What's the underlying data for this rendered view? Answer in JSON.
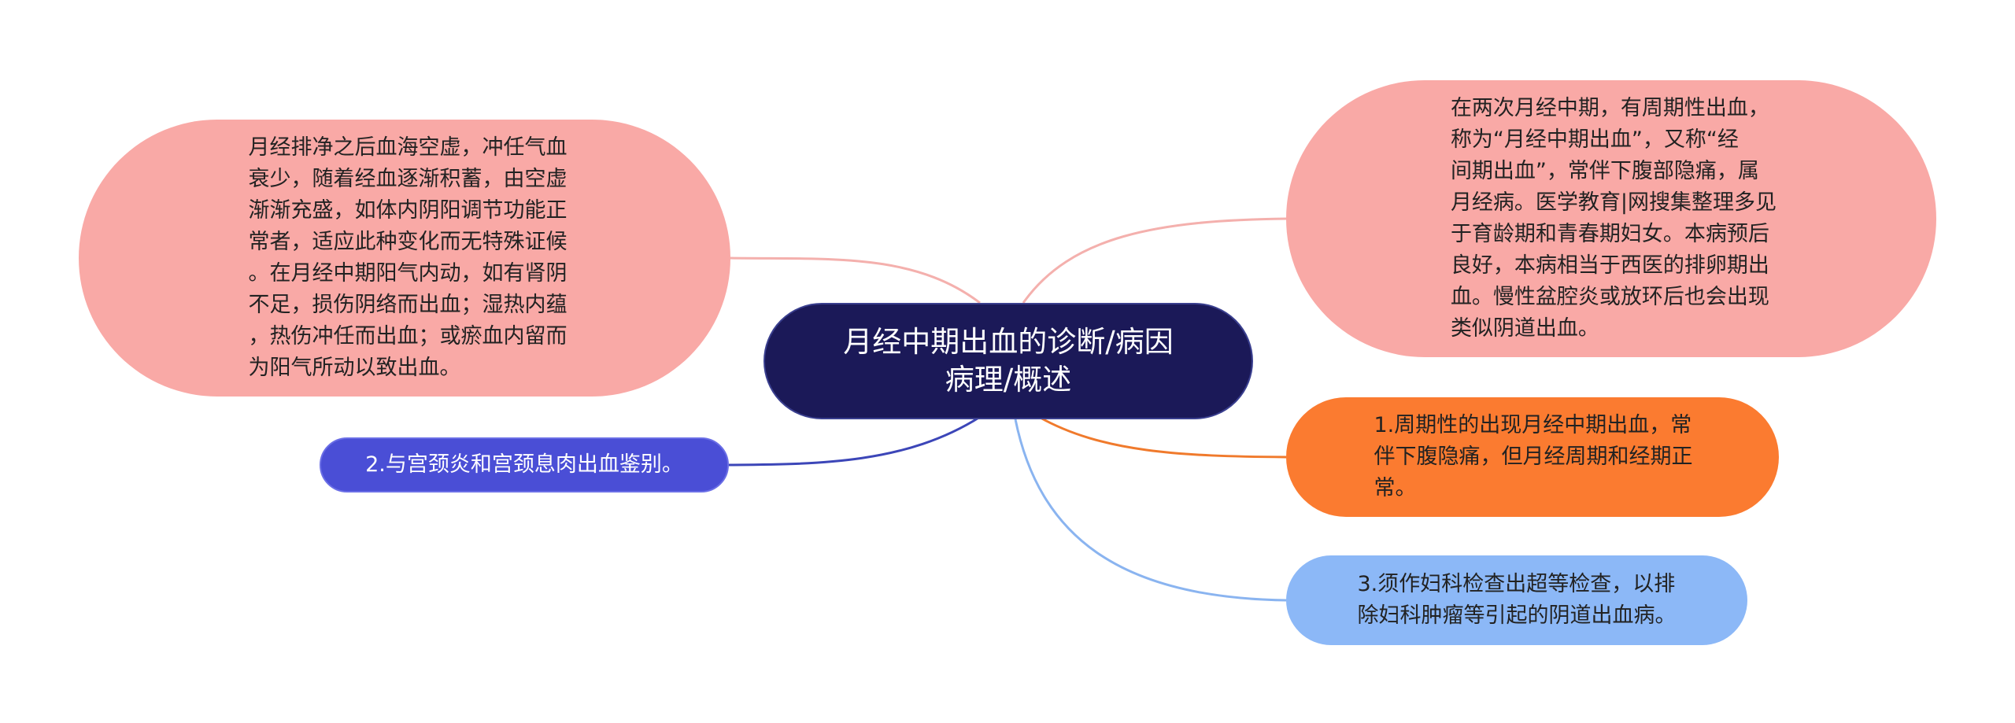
{
  "center": {
    "label": "月经中期出血的诊断/病因\n病理/概述"
  },
  "branches": {
    "left_top": {
      "label": "月经排净之后血海空虚，冲任气血\n衰少，随着经血逐渐积蓄，由空虚\n渐渐充盛，如体内阴阳调节功能正\n常者，适应此种变化而无特殊证候\n。在月经中期阳气内动，如有肾阴\n不足，损伤阴络而出血；湿热内蕴\n，热伤冲任而出血；或瘀血内留而\n为阳气所动以致出血。",
      "fill": "#f9a9a6",
      "link_color": "#f4b0ad"
    },
    "left_bottom": {
      "label": "2.与宫颈炎和宫颈息肉出血鉴别。",
      "fill": "#4a4ed6",
      "link_color": "#3c46b8"
    },
    "right_top": {
      "label": "在两次月经中期，有周期性出血，\n称为“月经中期出血”，又称“经\n间期出血”，常伴下腹部隐痛，属\n月经病。医学教育|网搜集整理多见\n于育龄期和青春期妇女。本病预后\n良好，本病相当于西医的排卵期出\n血。慢性盆腔炎或放环后也会出现\n类似阴道出血。",
      "fill": "#f9a9a6",
      "link_color": "#f4b0ad"
    },
    "right_mid": {
      "label": "1.周期性的出现月经中期出血，常\n伴下腹隐痛，但月经周期和经期正\n常。",
      "fill": "#fb7b30",
      "link_color": "#f07a2c"
    },
    "right_bottom": {
      "label": "3.须作妇科检查出超等检查，以排\n除妇科肿瘤等引起的阴道出血病。",
      "fill": "#8cb8f7",
      "link_color": "#8ab4f0"
    }
  },
  "colors": {
    "center_fill": "#1b1958",
    "background": "#ffffff"
  }
}
